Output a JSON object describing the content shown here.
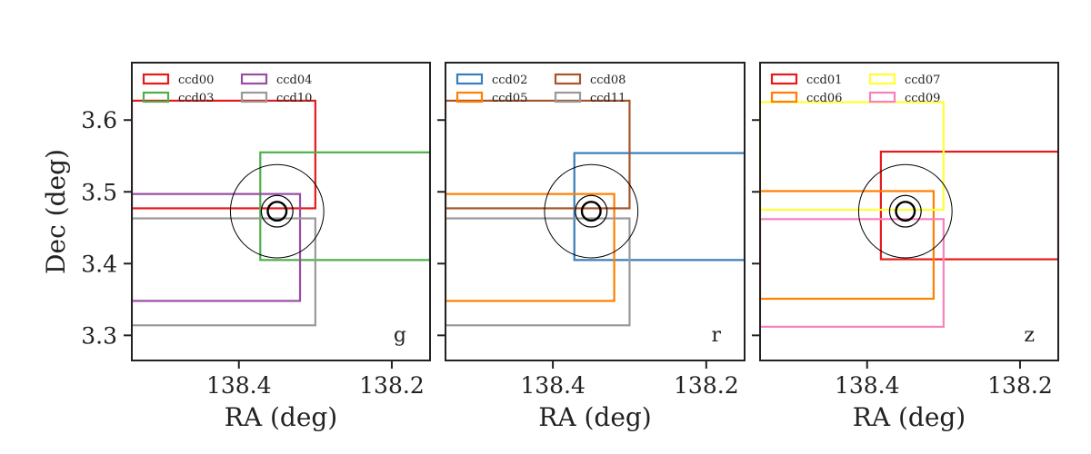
{
  "chart_data": {
    "type": "multi-panel rectangle overlay",
    "shared": {
      "xlabel": "RA (deg)",
      "ylabel": "Dec (deg)",
      "xlim": [
        138.54,
        138.15
      ],
      "ylim": [
        3.265,
        3.68
      ],
      "xticks": [
        138.4,
        138.2
      ],
      "xtick_labels": [
        "138.4",
        "138.2"
      ],
      "yticks": [
        3.3,
        3.4,
        3.5,
        3.6
      ],
      "ytick_labels": [
        "3.3",
        "3.4",
        "3.5",
        "3.6"
      ],
      "target_center": {
        "ra": 138.35,
        "dec": 3.473
      },
      "target_circle_radii_deg": [
        0.013,
        0.022,
        0.065
      ],
      "grid": false,
      "legend_placement": "top-left"
    },
    "panels": [
      {
        "band": "g",
        "ccds": [
          {
            "name": "ccd00",
            "color": "#e41a1c",
            "ra_range": [
              138.54,
              138.3
            ],
            "dec_range": [
              3.477,
              3.627
            ]
          },
          {
            "name": "ccd03",
            "color": "#4daf4a",
            "ra_range": [
              138.372,
              138.15
            ],
            "dec_range": [
              3.405,
              3.555
            ]
          },
          {
            "name": "ccd04",
            "color": "#984ea3",
            "ra_range": [
              138.54,
              138.32
            ],
            "dec_range": [
              3.348,
              3.497
            ]
          },
          {
            "name": "ccd10",
            "color": "#999999",
            "ra_range": [
              138.54,
              138.3
            ],
            "dec_range": [
              3.314,
              3.463
            ]
          }
        ]
      },
      {
        "band": "r",
        "ccds": [
          {
            "name": "ccd02",
            "color": "#377eb8",
            "ra_range": [
              138.372,
              138.15
            ],
            "dec_range": [
              3.405,
              3.554
            ]
          },
          {
            "name": "ccd05",
            "color": "#ff7f00",
            "ra_range": [
              138.54,
              138.32
            ],
            "dec_range": [
              3.348,
              3.497
            ]
          },
          {
            "name": "ccd08",
            "color": "#a65628",
            "ra_range": [
              138.54,
              138.3
            ],
            "dec_range": [
              3.477,
              3.627
            ]
          },
          {
            "name": "ccd11",
            "color": "#999999",
            "ra_range": [
              138.54,
              138.3
            ],
            "dec_range": [
              3.314,
              3.463
            ]
          }
        ]
      },
      {
        "band": "z",
        "ccds": [
          {
            "name": "ccd01",
            "color": "#e41a1c",
            "ra_range": [
              138.382,
              138.15
            ],
            "dec_range": [
              3.406,
              3.556
            ]
          },
          {
            "name": "ccd06",
            "color": "#ff7f00",
            "ra_range": [
              138.54,
              138.313
            ],
            "dec_range": [
              3.351,
              3.501
            ]
          },
          {
            "name": "ccd07",
            "color": "#ffff33",
            "ra_range": [
              138.54,
              138.3
            ],
            "dec_range": [
              3.475,
              3.625
            ]
          },
          {
            "name": "ccd09",
            "color": "#f781bf",
            "ra_range": [
              138.54,
              138.3
            ],
            "dec_range": [
              3.312,
              3.462
            ]
          }
        ]
      }
    ]
  }
}
